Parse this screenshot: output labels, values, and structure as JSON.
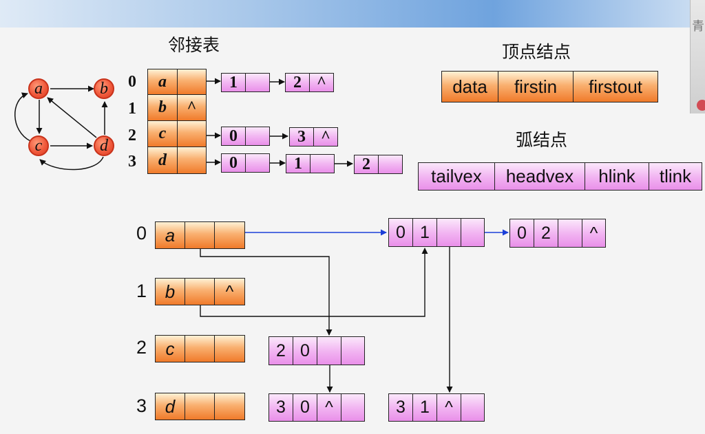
{
  "titles": {
    "adjacency_list": "邻接表",
    "vertex_node": "顶点结点",
    "arc_node": "弧结点"
  },
  "graph": {
    "vertices": [
      "a",
      "b",
      "c",
      "d"
    ]
  },
  "adjacency_list": {
    "indices": [
      "0",
      "1",
      "2",
      "3"
    ],
    "vertices": [
      "a",
      "b",
      "c",
      "d"
    ],
    "null_symbol": "^",
    "rows": [
      [
        "1",
        "2"
      ],
      [],
      [
        "0",
        "3"
      ],
      [
        "0",
        "1",
        "2"
      ]
    ]
  },
  "vertex_node_fields": [
    "data",
    "firstin",
    "firstout"
  ],
  "arc_node_fields": [
    "tailvex",
    "headvex",
    "hlink",
    "tlink"
  ],
  "orthogonal_list": {
    "indices": [
      "0",
      "1",
      "2",
      "3"
    ],
    "vertices": [
      "a",
      "b",
      "c",
      "d"
    ],
    "null_symbol": "^",
    "arcs": [
      {
        "tail": "0",
        "head": "1"
      },
      {
        "tail": "0",
        "head": "2"
      },
      {
        "tail": "2",
        "head": "0"
      },
      {
        "tail": "3",
        "head": "0"
      },
      {
        "tail": "3",
        "head": "1"
      }
    ]
  },
  "side_thumbnail_char": "青",
  "colors": {
    "vertex_fill": "#f07a2a",
    "arc_fill": "#e98fe9",
    "link_blue": "#1b3fd8"
  }
}
